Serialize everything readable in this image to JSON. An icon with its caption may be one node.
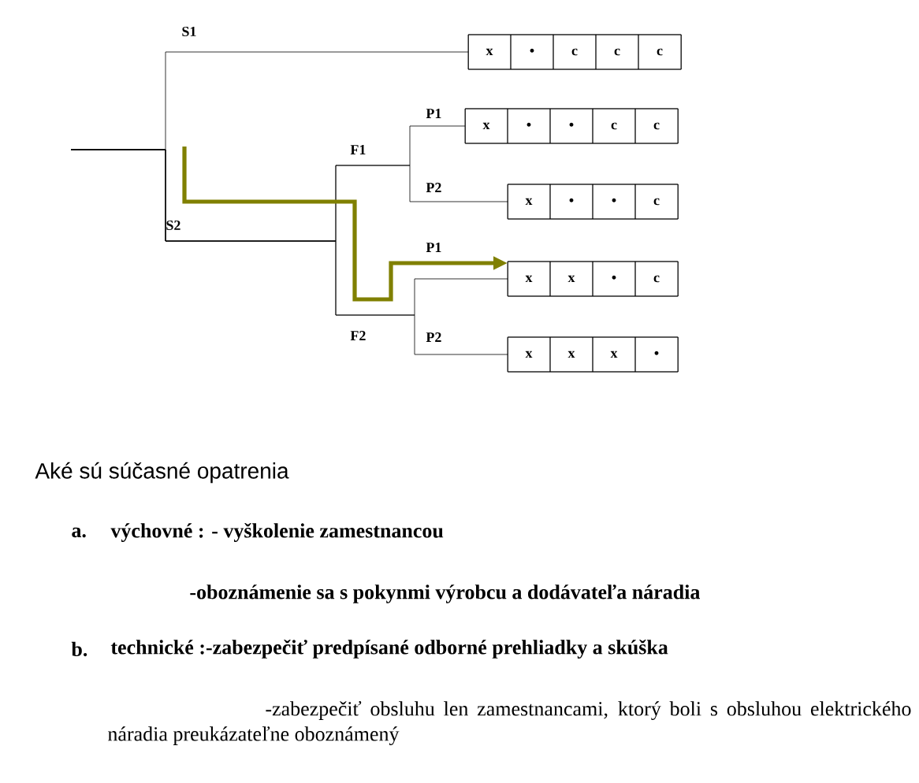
{
  "diagram": {
    "nodes": [
      {
        "text": [],
        "shape": "box"
      },
      {
        "text": [
          "x"
        ],
        "in": 0
      },
      {
        "text": [
          "•"
        ],
        "in": 0
      },
      {
        "text": [
          "c"
        ],
        "in": 0
      },
      {
        "text": [
          "c"
        ],
        "in": 0
      },
      {
        "text": [
          "c"
        ],
        "in": 0
      },
      {
        "text": [],
        "shape": "box"
      },
      {
        "text": [
          "x"
        ],
        "in": 6
      },
      {
        "text": [
          "•"
        ],
        "in": 6
      },
      {
        "text": [
          "•"
        ],
        "in": 6
      },
      {
        "text": [
          "c"
        ],
        "in": 6
      },
      {
        "text": [
          "c"
        ],
        "in": 6
      },
      {
        "text": [],
        "shape": "box"
      },
      {
        "text": [
          "x"
        ],
        "in": 12
      },
      {
        "text": [
          "•"
        ],
        "in": 12
      },
      {
        "text": [
          "•"
        ],
        "in": 12
      },
      {
        "text": [
          "c"
        ],
        "in": 12
      },
      {
        "text": [],
        "shape": "box"
      },
      {
        "text": [
          "x"
        ],
        "in": 17
      },
      {
        "text": [
          "x"
        ],
        "in": 17
      },
      {
        "text": [
          "•"
        ],
        "in": 17
      },
      {
        "text": [
          "c"
        ],
        "in": 17
      },
      {
        "text": [],
        "shape": "box"
      },
      {
        "text": [
          "x"
        ],
        "in": 22
      },
      {
        "text": [
          "x"
        ],
        "in": 22
      },
      {
        "text": [
          "x"
        ],
        "in": 22
      },
      {
        "text": [
          "•"
        ],
        "in": 22
      }
    ],
    "edges": [
      {
        "from": null,
        "to": 0,
        "arrow": "none"
      },
      {
        "from": null,
        "to": 6,
        "arrow": "none"
      },
      {
        "from": null,
        "to": 12,
        "arrow": "none"
      },
      {
        "from": null,
        "to": 17,
        "arrow": "none"
      },
      {
        "from": null,
        "to": 22,
        "arrow": "none"
      },
      {
        "from": null,
        "to": 17,
        "arrow": "to",
        "style": "thick",
        "color": "#808000"
      }
    ],
    "labels": [
      "S1",
      "P1",
      "F1",
      "P2",
      "S2",
      "P1",
      "F2",
      "P2",
      "Aké sú súčasné opatrenia",
      "a.",
      "výchovné : - vyškolenie zamestnancou",
      "-oboznámenie sa s pokynmi výrobcu a dodávateľa náradia",
      "b.",
      "technické :-zabezpečiť predpísané odborné prehliadky a skúška",
      "-zabezpečiť obsluhu len zamestnancami, ktorý boli s obsluhou elektrického náradia preukázateľne oboznámený"
    ]
  }
}
